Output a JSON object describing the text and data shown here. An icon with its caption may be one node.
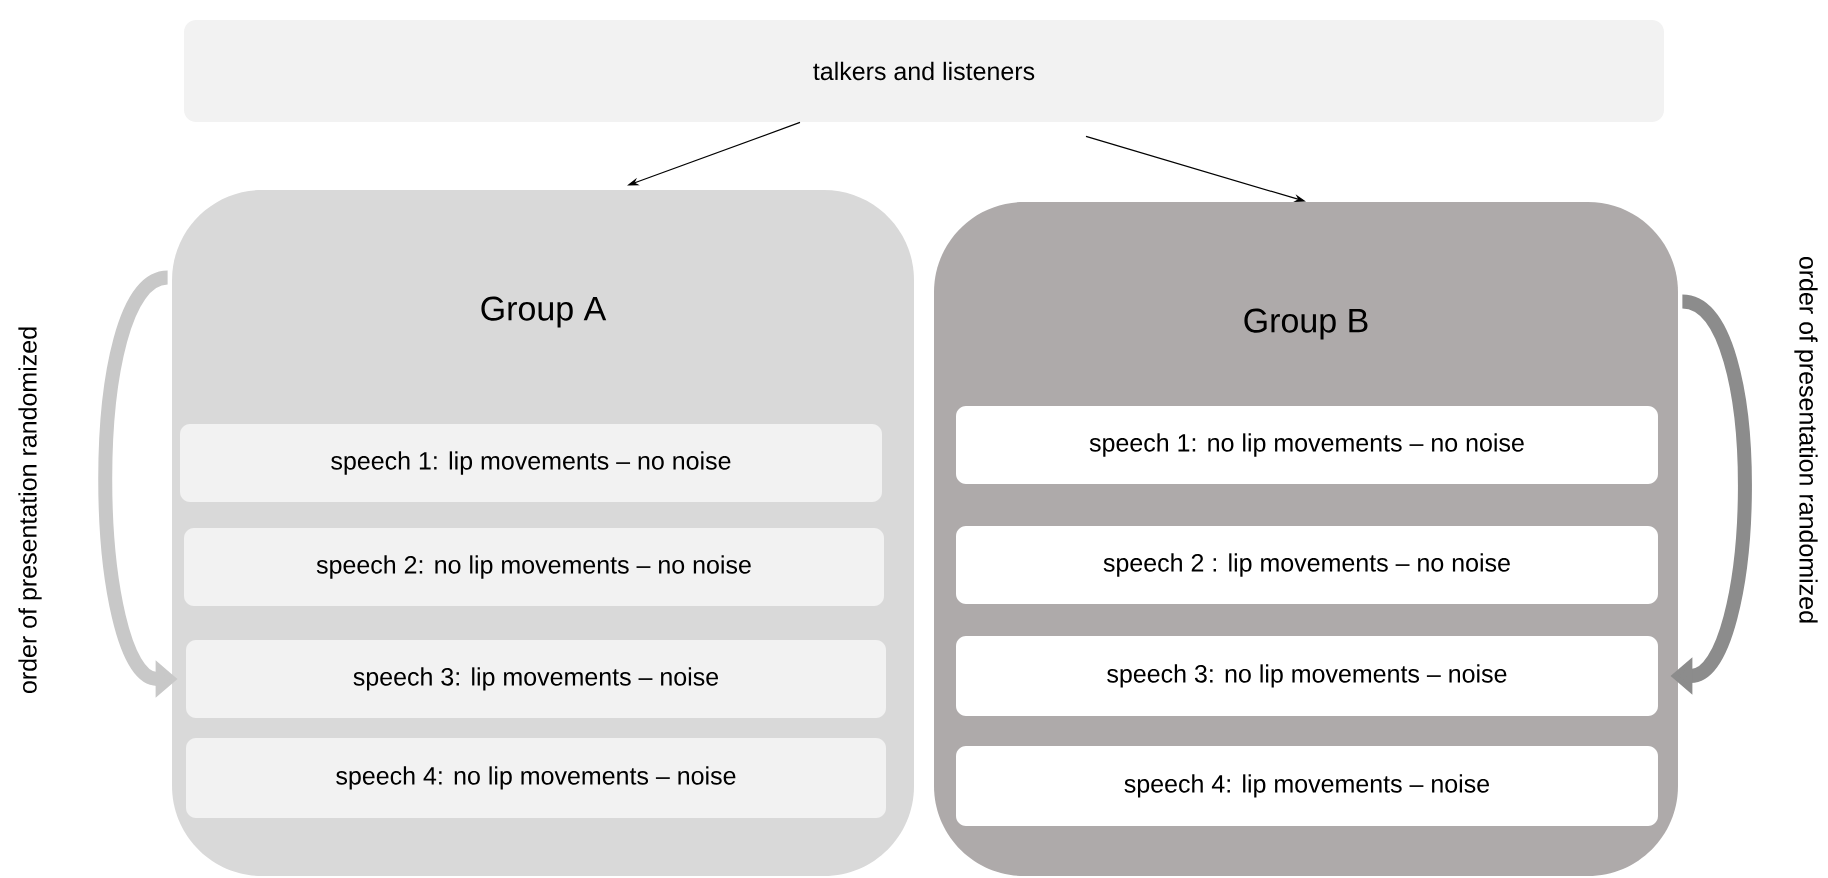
{
  "diagram": {
    "nodes": [
      {
        "text": [
          "talkers and listeners"
        ]
      },
      {
        "text": [
          "Group A"
        ]
      },
      {
        "text": [
          "speech 1: lip movements – no noise"
        ],
        "in": 1
      },
      {
        "text": [
          "speech 2: no lip movements – no noise"
        ],
        "in": 1
      },
      {
        "text": [
          "speech 3: lip movements – noise"
        ],
        "in": 1
      },
      {
        "text": [
          "speech 4: no lip movements – noise"
        ],
        "in": 1
      },
      {
        "text": [
          "Group B"
        ]
      },
      {
        "text": [
          "speech 1: no lip movements – no noise"
        ],
        "in": 6
      },
      {
        "text": [
          "speech 2 : lip movements – no noise"
        ],
        "in": 6
      },
      {
        "text": [
          "speech 3: no lip movements – noise"
        ],
        "in": 6
      },
      {
        "text": [
          "speech 4: lip movements – noise"
        ],
        "in": 6
      }
    ],
    "edges": [
      {
        "from": 0,
        "to": 1,
        "arrow": "to"
      },
      {
        "from": 0,
        "to": 6,
        "arrow": "to"
      },
      {
        "from": 1,
        "to": 4,
        "arrow": "to",
        "style": "thick",
        "color": "#c8c8c8"
      },
      {
        "from": 6,
        "to": 9,
        "arrow": "to",
        "style": "thick",
        "color": "#8c8c8c"
      }
    ],
    "labels": [
      "order of presentation randomized",
      "order of presentation randomized"
    ]
  }
}
